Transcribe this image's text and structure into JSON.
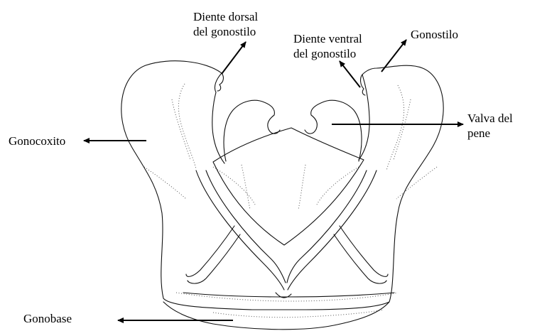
{
  "labels": {
    "diente_dorsal": [
      "Diente dorsal",
      "del gonostilo"
    ],
    "diente_ventral": [
      "Diente ventral",
      "del gonostilo"
    ],
    "gonostilo": "Gonostilo",
    "valva": [
      "Valva del",
      "pene"
    ],
    "gonocoxito": "Gonocoxito",
    "gonobase": "Gonobase"
  },
  "colors": {
    "line": "#111111",
    "dotted": "#555555",
    "text": "#000000",
    "background": "#ffffff"
  }
}
